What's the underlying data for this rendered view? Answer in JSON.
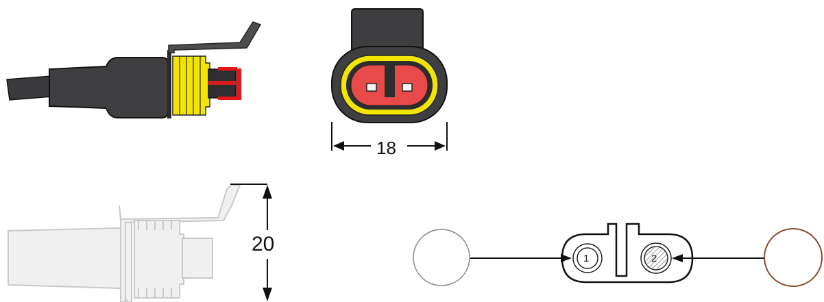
{
  "connector": {
    "face_width_dimension": "18",
    "height_dimension": "20",
    "pins": [
      {
        "number": "1",
        "style": "plain"
      },
      {
        "number": "2",
        "style": "hatched"
      }
    ]
  },
  "colors": {
    "housing": "#3d3d3f",
    "seal_yellow": "#f2e600",
    "face_red": "#e84a4a",
    "wire_red": "#e51616",
    "outline_gray": "#c9c9c9",
    "wire_circle_left": "#888888",
    "wire_circle_right": "#8b4a2b"
  }
}
